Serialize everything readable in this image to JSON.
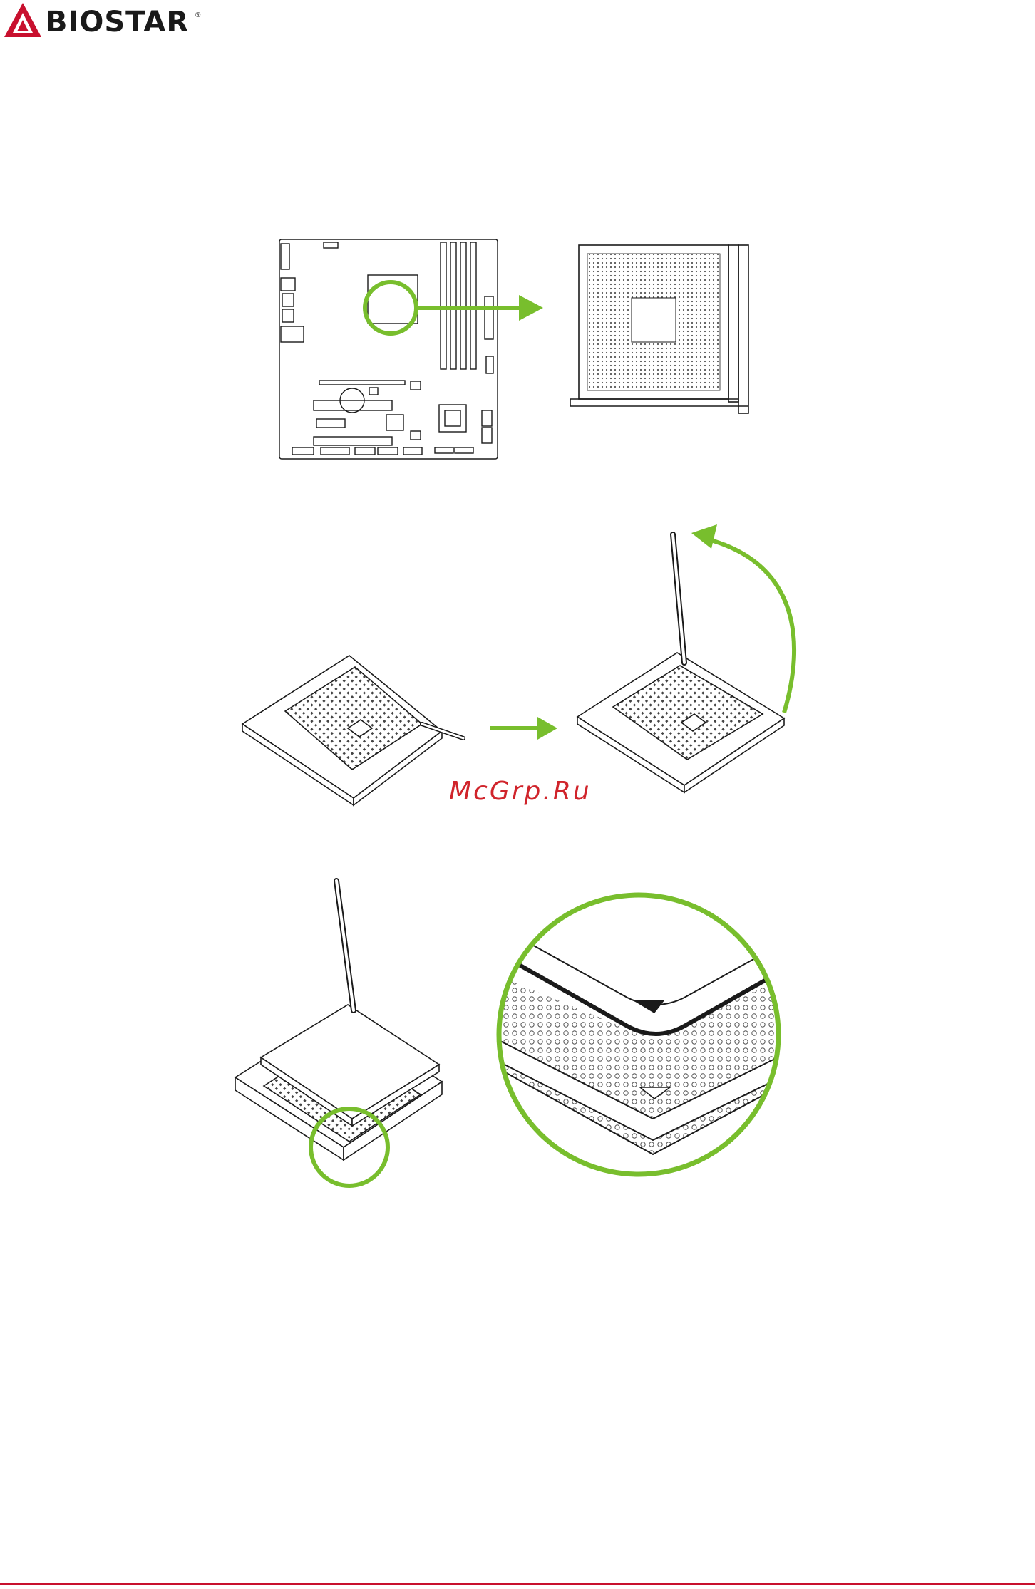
{
  "brand": {
    "name": "BIOSTAR",
    "registered": "®",
    "accent": "#c8102e"
  },
  "watermark": "McGrp.Ru",
  "colors": {
    "highlight_green": "#78be2d",
    "line": "#1a1a1a"
  },
  "figures": {
    "step1": {
      "icons": [
        "motherboard-layout",
        "green-circle-highlight",
        "right-arrow-icon",
        "cpu-socket-topview"
      ]
    },
    "step2": {
      "icons": [
        "socket-lever-closed",
        "right-arrow-icon",
        "socket-lever-raised",
        "curved-up-arrow-icon"
      ]
    },
    "step3": {
      "icons": [
        "cpu-in-socket",
        "green-circle-highlight",
        "triangle-alignment-marks-zoom"
      ]
    }
  }
}
